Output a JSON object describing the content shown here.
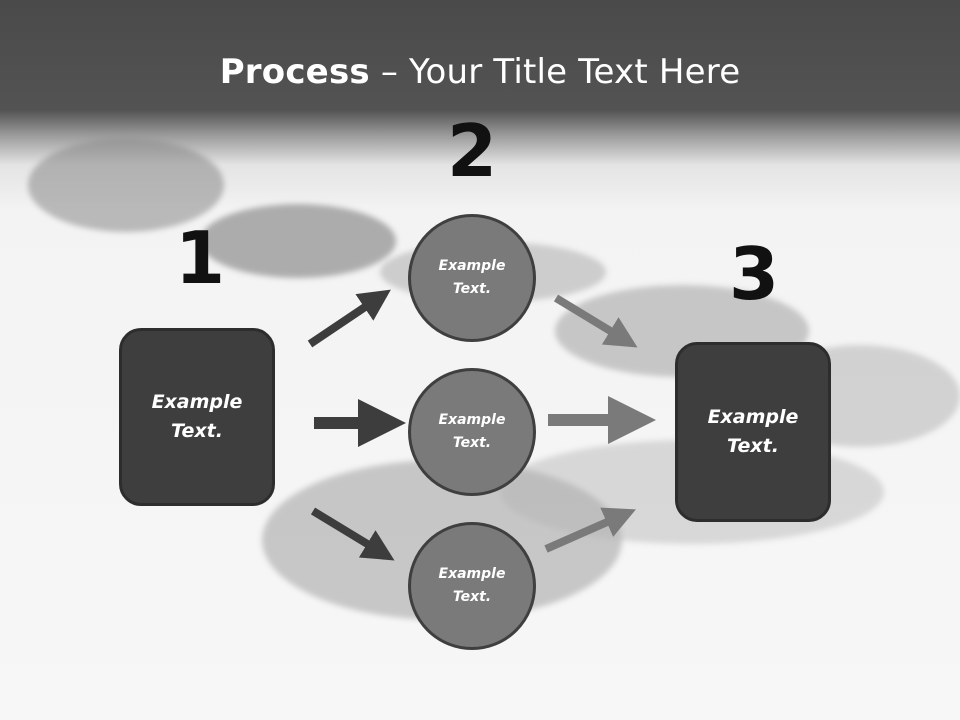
{
  "title": {
    "bold": "Process",
    "rest": " – Your Title Text Here"
  },
  "steps": {
    "one": "1",
    "two": "2",
    "three": "3"
  },
  "left_box": {
    "label": "Example\nText."
  },
  "right_box": {
    "label": "Example\nText."
  },
  "circles": [
    {
      "label": "Example\nText."
    },
    {
      "label": "Example\nText."
    },
    {
      "label": "Example\nText."
    }
  ],
  "colors": {
    "box": "#3f3e3e",
    "circle": "#7a7a7a",
    "arrow_dark": "#3d3d3d",
    "arrow_light": "#7a7a7a"
  }
}
